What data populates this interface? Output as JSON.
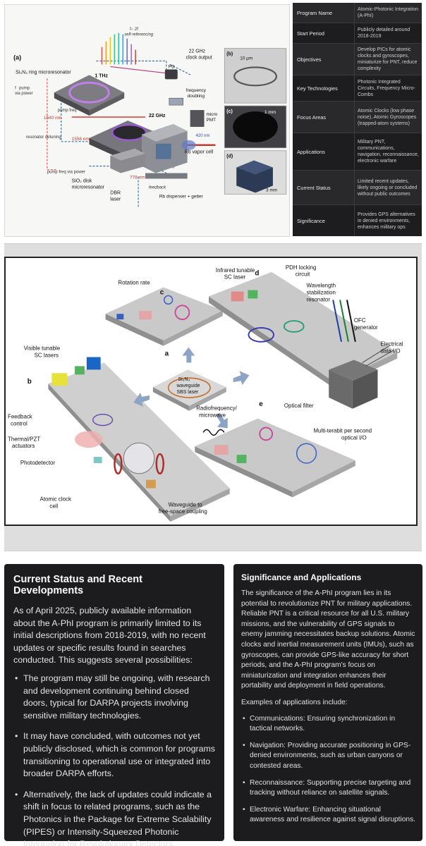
{
  "figure1": {
    "panel_labels": [
      "(a)",
      "(b)",
      "(c)",
      "(d)"
    ],
    "labels": {
      "f2f": "f− 2f",
      "self_ref": "self-referencing",
      "ring": "Si₃N₄ ring microresonator",
      "fpump_l1": "f",
      "fpump_l2": "pump",
      "fpump_l3": "via power",
      "thz": "1 THz",
      "l1540": "1540 nm",
      "pumpfreq": "pump freq",
      "l1556": "1556 nm",
      "detuning": "resonator detuning",
      "pump_free_power": "pump freq via power",
      "disk_l1": "SiO₂ disk",
      "disk_l2": "microresonator",
      "ghz22": "22 GHz",
      "clock_l1": "22 GHz",
      "clock_l2": "clock output",
      "pd": "PD",
      "doubling_l1": "frequency",
      "doubling_l2": "doubling",
      "pmt_l1": "micro",
      "pmt_l2": "PMT",
      "l420": "420 nm",
      "rbcell": "Rb vapor cell",
      "l778": "778 nm",
      "dbr_l1": "DBR",
      "dbr_l2": "laser",
      "feedback": "feedback",
      "dispenser": "Rb dispenser + getter",
      "scale_b": "10 μm",
      "scale_c": "1 mm",
      "scale_d": "3 mm"
    }
  },
  "info_table": {
    "rows": [
      {
        "key": "Program Name",
        "value": "Atomic-Photonic Integration (A-PhI)"
      },
      {
        "key": "Start Period",
        "value": "Publicly detailed around 2018-2019"
      },
      {
        "key": "Objectives",
        "value": "Develop PICs for atomic clocks and gyroscopes, miniaturize for PNT, reduce complexity"
      },
      {
        "key": "Key Technologies",
        "value": "Photonic Integrated Circuits, Frequency Micro-Combs"
      },
      {
        "key": "Focus Areas",
        "value": "Atomic Clocks (low phase noise), Atomic Gyroscopes (trapped-atom systems)"
      },
      {
        "key": "Applications",
        "value": "Military PNT, communications, navigation, reconnaissance, electronic warfare"
      },
      {
        "key": "Current Status",
        "value": "Limited recent updates, likely ongoing or concluded without public outcomes"
      },
      {
        "key": "Significance",
        "value": "Provides GPS alternatives in denied environments, enhances military ops"
      }
    ]
  },
  "figure2": {
    "panel_letters": {
      "a": "a",
      "b": "b",
      "c": "c",
      "d": "d",
      "e": "e"
    },
    "labels": {
      "center_l1": "Si₃N₄",
      "center_l2": "waveguide",
      "center_l3": "SBS laser",
      "rotation": "Rotation rate",
      "visible_l1": "Visible tunable",
      "visible_l2": "SC lasers",
      "infrared_l1": "Infrared tunable",
      "infrared_l2": "SC laser",
      "pdh_l1": "PDH locking",
      "pdh_l2": "circuit",
      "wl_l1": "Wavelength",
      "wl_l2": "stabilization",
      "wl_l3": "resonator",
      "ofc_l1": "OFC",
      "ofc_l2": "generator",
      "elec_l1": "Electrical",
      "elec_l2": "data I/O",
      "feedback_l1": "Feedback",
      "feedback_l2": "control",
      "thermal_l1": "Thermal/PZT",
      "thermal_l2": "actuators",
      "photodetector": "Photodetector",
      "atomic_l1": "Atomic clock",
      "atomic_l2": "cell",
      "waveguide_l1": "Waveguide to",
      "waveguide_l2": "free-space coupling",
      "rf_l1": "Radiofrequency/",
      "rf_l2": "microwave",
      "optfilter": "Optical filter",
      "multi_l1": "Multi-terabit per second",
      "multi_l2": "optical I/O"
    }
  },
  "status_panel": {
    "heading": "Current Status and Recent Developments",
    "intro": "As of April 2025, publicly available information about the A-PhI program is primarily limited to its initial descriptions from 2018-2019, with no recent updates or specific results found in searches conducted. This suggests several possibilities:",
    "bullets": [
      "The program may still be ongoing, with research and development continuing behind closed doors, typical for DARPA projects involving sensitive military technologies.",
      "It may have concluded, with outcomes not yet publicly disclosed, which is common for programs transitioning to operational use or integrated into broader DARPA efforts.",
      "Alternatively, the lack of updates could indicate a shift in focus to related programs, such as the Photonics in the Package for Extreme Scalability (PIPES) or Intensity-Squeezed Photonic Integration for Revolutionary Detectors (INSPIRED), which also explore photonic integration but for different applications."
    ]
  },
  "significance_panel": {
    "heading": "Significance and Applications",
    "body": "The significance of the A-PhI program lies in its potential to revolutionize PNT for military applications. Reliable PNT is a critical resource for all U.S. military missions, and the vulnerability of GPS signals to enemy jamming necessitates backup solutions. Atomic clocks and inertial measurement units (IMUs), such as gyroscopes, can provide GPS-like accuracy for short periods, and the A-PhI program's focus on miniaturization and integration enhances their portability and deployment in field operations.",
    "examples_intro": "Examples of applications include:",
    "bullets": [
      "Communications: Ensuring synchronization in tactical networks.",
      "Navigation: Providing accurate positioning in GPS-denied environments, such as urban canyons or contested areas.",
      "Reconnaissance: Supporting precise targeting and tracking without reliance on satellite signals.",
      "Electronic Warfare: Enhancing situational awareness and resilience against signal disruptions."
    ]
  }
}
